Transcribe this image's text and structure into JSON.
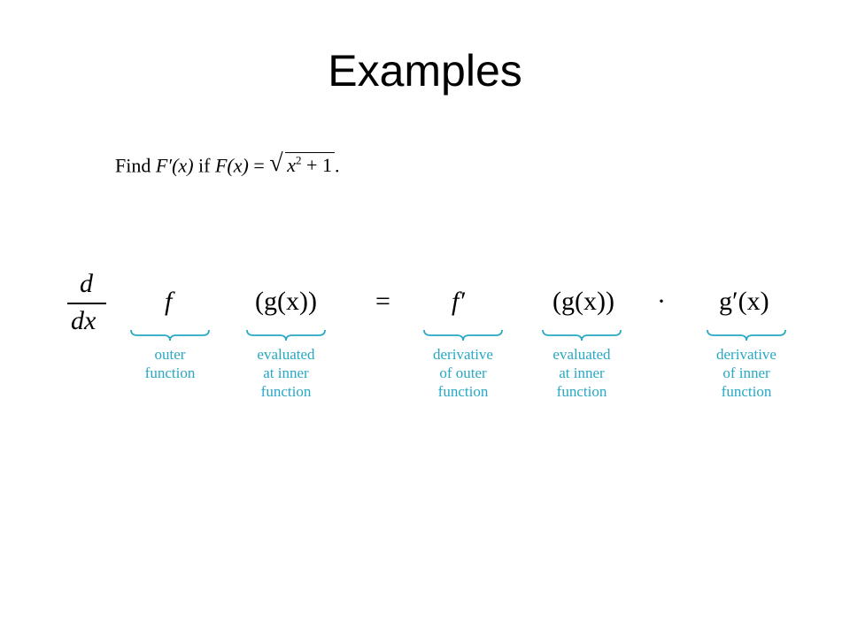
{
  "slide": {
    "title": "Examples"
  },
  "problem": {
    "find": "Find",
    "fprime_x": "F′(x)",
    "if_word": "if",
    "f_x": "F(x)",
    "equals": "=",
    "radicand_base": "x",
    "radicand_exp": "2",
    "radicand_rest": " + 1",
    "period": "."
  },
  "chain_rule": {
    "d_numerator": "d",
    "dx_denominator": "dx",
    "outer_f": "f",
    "g_of_x_1": "(g(x))",
    "equals": "=",
    "f_prime": "f′",
    "g_of_x_2": "(g(x))",
    "dot": "·",
    "g_prime_x": "g′(x)",
    "labels": {
      "outer_function_1": "outer",
      "outer_function_2": "function",
      "evaluated_1_line1": "evaluated",
      "evaluated_1_line2": "at inner",
      "evaluated_1_line3": "function",
      "deriv_outer_line1": "derivative",
      "deriv_outer_line2": "of outer",
      "deriv_outer_line3": "function",
      "evaluated_2_line1": "evaluated",
      "evaluated_2_line2": "at inner",
      "evaluated_2_line3": "function",
      "deriv_inner_line1": "derivative",
      "deriv_inner_line2": "of inner",
      "deriv_inner_line3": "function"
    }
  },
  "colors": {
    "annotation": "#27a8c4"
  }
}
